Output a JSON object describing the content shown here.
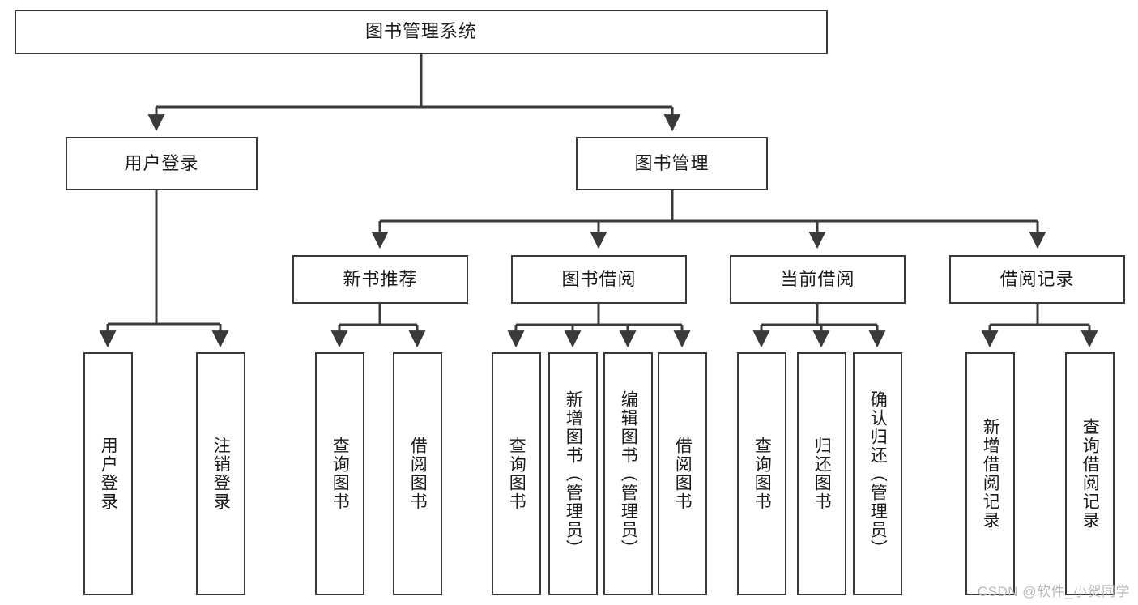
{
  "diagram": {
    "type": "tree",
    "title": "图书管理系统",
    "root": {
      "label": "图书管理系统"
    },
    "level2": [
      {
        "label": "用户登录"
      },
      {
        "label": "图书管理"
      }
    ],
    "level3": [
      {
        "label": "新书推荐"
      },
      {
        "label": "图书借阅"
      },
      {
        "label": "当前借阅"
      },
      {
        "label": "借阅记录"
      }
    ],
    "leaves": {
      "user_login": [
        {
          "label": "用户登录"
        },
        {
          "label": "注销登录"
        }
      ],
      "new_book_recommend": [
        {
          "label": "查询图书"
        },
        {
          "label": "借阅图书"
        }
      ],
      "book_borrow": [
        {
          "label": "查询图书"
        },
        {
          "label": "新增图书（管理员）"
        },
        {
          "label": "编辑图书（管理员）"
        },
        {
          "label": "借阅图书"
        }
      ],
      "current_borrow": [
        {
          "label": "查询图书"
        },
        {
          "label": "归还图书"
        },
        {
          "label": "确认归还（管理员）"
        }
      ],
      "borrow_record": [
        {
          "label": "新增借阅记录"
        },
        {
          "label": "查询借阅记录"
        }
      ]
    }
  },
  "watermark": {
    "text": "CSDN @软件_小贺同学"
  },
  "colors": {
    "box_border": "#3a3a3a",
    "box_fill": "#ffffff",
    "line": "#3a3a3a",
    "text": "#1b1b1b",
    "watermark": "#b9b9b9"
  }
}
